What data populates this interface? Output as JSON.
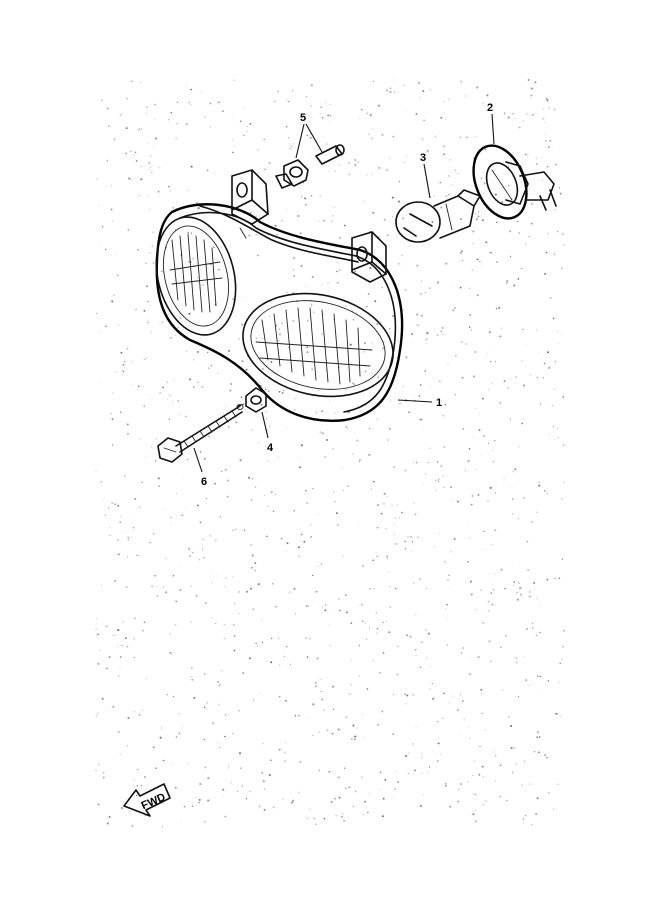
{
  "callouts": [
    {
      "id": "1",
      "label": "1"
    },
    {
      "id": "2",
      "label": "2"
    },
    {
      "id": "3",
      "label": "3"
    },
    {
      "id": "4",
      "label": "4"
    },
    {
      "id": "5",
      "label": "5"
    },
    {
      "id": "6",
      "label": "6"
    }
  ],
  "direction_marker": {
    "label": "FWD"
  }
}
